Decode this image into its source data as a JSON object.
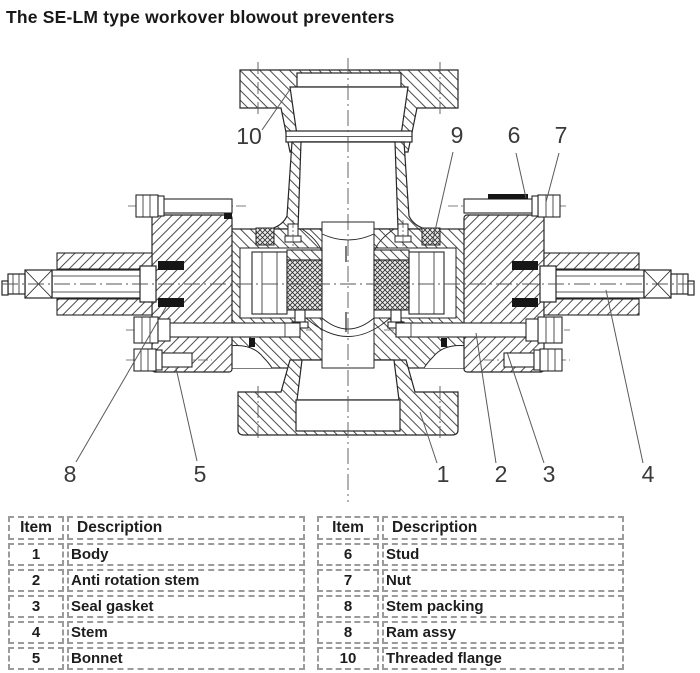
{
  "title": "The SE-LM type workover blowout preventers",
  "diagram": {
    "description_of_view": "cross-section drawing of ram type blowout preventer",
    "callouts": {
      "n10": "10",
      "n9": "9",
      "n6": "6",
      "n7": "7",
      "n8": "8",
      "n5": "5",
      "n1": "1",
      "n2": "2",
      "n3": "3",
      "n4": "4"
    }
  },
  "parts_table": {
    "left": {
      "header": {
        "item": "Item",
        "description": "Description"
      },
      "rows": [
        {
          "item": "1",
          "description": "Body"
        },
        {
          "item": "2",
          "description": "Anti rotation stem"
        },
        {
          "item": "3",
          "description": "Seal gasket"
        },
        {
          "item": "4",
          "description": "Stem"
        },
        {
          "item": "5",
          "description": "Bonnet"
        }
      ]
    },
    "right": {
      "header": {
        "item": "Item",
        "description": "Description"
      },
      "rows": [
        {
          "item": "6",
          "description": "Stud"
        },
        {
          "item": "7",
          "description": "Nut"
        },
        {
          "item": "8",
          "description": "Stem packing"
        },
        {
          "item": "8",
          "description": "Ram assy"
        },
        {
          "item": "10",
          "description": "Threaded flange"
        }
      ]
    }
  },
  "colors": {
    "line": "#262626",
    "hatch": "#4c4c4c",
    "callout_text": "#3a3a3a",
    "leader_line": "#5a5a5a",
    "table_border": "#9b9b9b",
    "background": "#ffffff"
  }
}
